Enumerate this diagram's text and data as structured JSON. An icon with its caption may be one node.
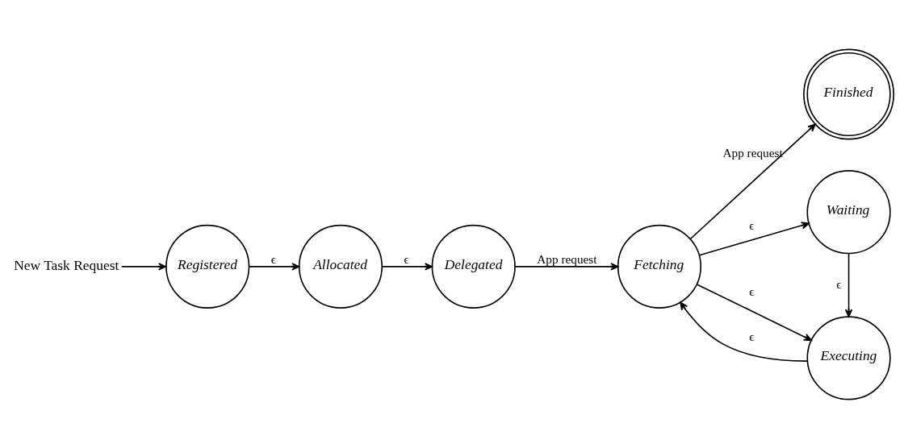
{
  "diagram": {
    "nodes": [
      {
        "text": [
          "New Task Request"
        ]
      },
      {
        "text": [
          "Registered"
        ]
      },
      {
        "text": [
          "Allocated"
        ]
      },
      {
        "text": [
          "Delegated"
        ]
      },
      {
        "text": [
          "Fetching"
        ]
      },
      {
        "text": [
          "Finished"
        ]
      },
      {
        "text": [
          "Executing"
        ]
      },
      {
        "text": [
          "Waiting"
        ]
      }
    ],
    "edges": [
      {
        "from": 0,
        "to": 1,
        "arrow": "to"
      },
      {
        "from": 1,
        "to": 2,
        "label": "ϵ",
        "arrow": "to"
      },
      {
        "from": 2,
        "to": 3,
        "label": "ϵ",
        "arrow": "to"
      },
      {
        "from": 3,
        "to": 4,
        "label": "App request",
        "arrow": "to"
      },
      {
        "from": 4,
        "to": 5,
        "label": "App request",
        "arrow": "to"
      },
      {
        "from": 6,
        "to": 4,
        "label": "ϵ",
        "arrow": "to"
      },
      {
        "from": 4,
        "to": 6,
        "label": "ϵ",
        "arrow": "to"
      },
      {
        "from": 4,
        "to": 7,
        "label": "ϵ",
        "arrow": "to"
      },
      {
        "from": 7,
        "to": 6,
        "label": "ϵ",
        "arrow": "to"
      }
    ]
  }
}
